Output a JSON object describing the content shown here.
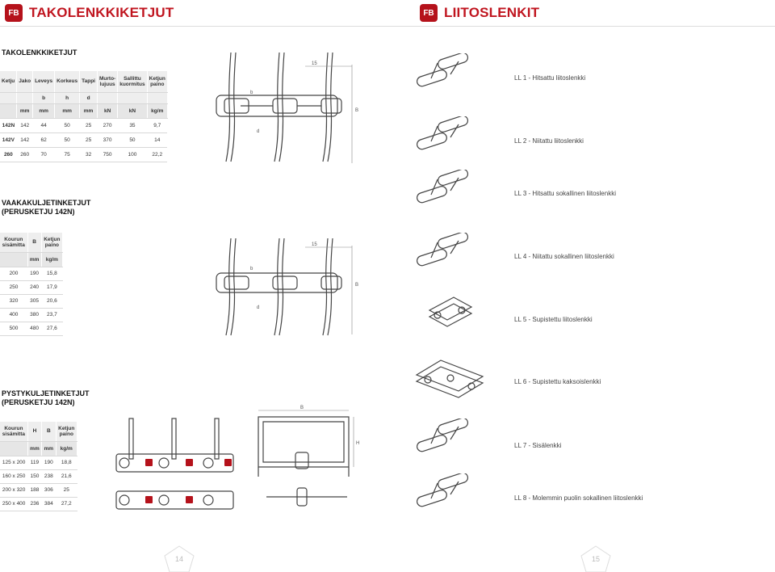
{
  "left_header": {
    "logo": "FB",
    "title": "TAKOLENKKIKETJUT"
  },
  "right_header": {
    "logo": "FB",
    "title": "LIITOSLENKIT"
  },
  "section1": {
    "title": "TAKOLENKKIKETJUT"
  },
  "table1": {
    "headers": [
      "Ketju",
      "Jako",
      "Leveys",
      "Korkeus",
      "Tappi",
      "Murto-\nlujuus",
      "Sallittu\nkuormitus",
      "Ketjun\npaino"
    ],
    "subheaders": [
      "",
      "",
      "b",
      "h",
      "d",
      "",
      "",
      ""
    ],
    "units": [
      "",
      "mm",
      "mm",
      "mm",
      "mm",
      "kN",
      "kN",
      "kg/m"
    ],
    "rows": [
      [
        "142N",
        "142",
        "44",
        "50",
        "25",
        "270",
        "35",
        "9,7"
      ],
      [
        "142V",
        "142",
        "62",
        "50",
        "25",
        "370",
        "50",
        "14"
      ],
      [
        "260",
        "260",
        "70",
        "75",
        "32",
        "750",
        "100",
        "22,2"
      ]
    ]
  },
  "section2": {
    "title": "VAAKAKULJETINKETJUT\n(PERUSKETJU 142N)"
  },
  "table2": {
    "headers": [
      "Kourun\nsisämitta",
      "B",
      "Ketjun\npaino"
    ],
    "units": [
      "",
      "mm",
      "kg/m"
    ],
    "rows": [
      [
        "200",
        "190",
        "15,8"
      ],
      [
        "250",
        "240",
        "17,9"
      ],
      [
        "320",
        "305",
        "20,6"
      ],
      [
        "400",
        "380",
        "23,7"
      ],
      [
        "500",
        "480",
        "27,6"
      ]
    ]
  },
  "section3": {
    "title": "PYSTYKULJETINKETJUT\n(PERUSKETJU 142N)"
  },
  "table3": {
    "headers": [
      "Kourun\nsisämitta",
      "H",
      "B",
      "Ketjun\npaino"
    ],
    "units": [
      "",
      "mm",
      "mm",
      "kg/m"
    ],
    "rows": [
      [
        "125 x 200",
        "119",
        "190",
        "18,8"
      ],
      [
        "160 x 250",
        "150",
        "238",
        "21,6"
      ],
      [
        "200 x 320",
        "188",
        "306",
        "25"
      ],
      [
        "250 x 400",
        "236",
        "384",
        "27,2"
      ]
    ]
  },
  "diagram_labels": {
    "dim15a": "15",
    "dimB1": "B",
    "dimb1": "b",
    "dimd1": "d",
    "dim15b": "15",
    "dimB2": "B",
    "dimb2": "b",
    "dimd2": "d",
    "dimB3": "B",
    "dimH3": "H"
  },
  "links": [
    "LL 1 - Hitsattu liitoslenkki",
    "LL 2 - Niitattu liitoslenkki",
    "LL 3 - Hitsattu sokallinen liitoslenkki",
    "LL 4 - Niitattu sokallinen liitoslenkki",
    "LL 5 - Supistettu liitoslenkki",
    "LL 6 - Supistettu kaksoislenkki",
    "LL 7 - Sisälenkki",
    "LL 8 - Molemmin puolin sokallinen liitoslenkki"
  ],
  "pages": {
    "left": "14",
    "right": "15"
  }
}
